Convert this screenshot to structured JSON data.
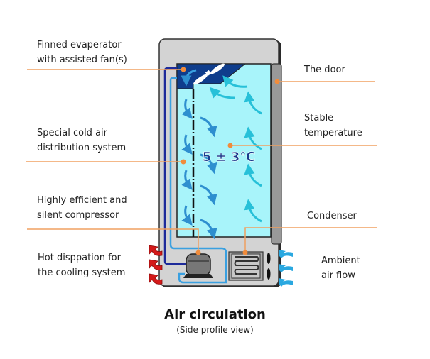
{
  "labels": {
    "evaporator": [
      "Finned evaperator",
      "with assisted fan(s)"
    ],
    "distribution": [
      "Special cold air",
      "distribution system"
    ],
    "compressor": [
      "Highly efficient and",
      "silent compressor"
    ],
    "hot_dissipation": [
      "Hot disppation for",
      "the cooling system"
    ],
    "door": [
      "The door"
    ],
    "stable_temp": [
      "Stable",
      "temperature"
    ],
    "condenser": [
      "Condenser"
    ],
    "ambient": [
      "Ambient",
      "air flow"
    ]
  },
  "temperature_display": "5 ± 3℃",
  "title": "Air circulation",
  "subtitle": "(Side profile view)",
  "colors": {
    "leader_line": "#f0a060",
    "leader_dot": "#f08c3c",
    "cabinet": "#d3d3d3",
    "interior": "#a8f4fa",
    "evaporator": "#0f3d8c",
    "door": "#999999",
    "cold_airflow": "#3a9ad6",
    "ambient_arrows": "#2aa8e0",
    "hot_arrows": "#d41a1a",
    "temp_text": "#1c3a8c"
  }
}
